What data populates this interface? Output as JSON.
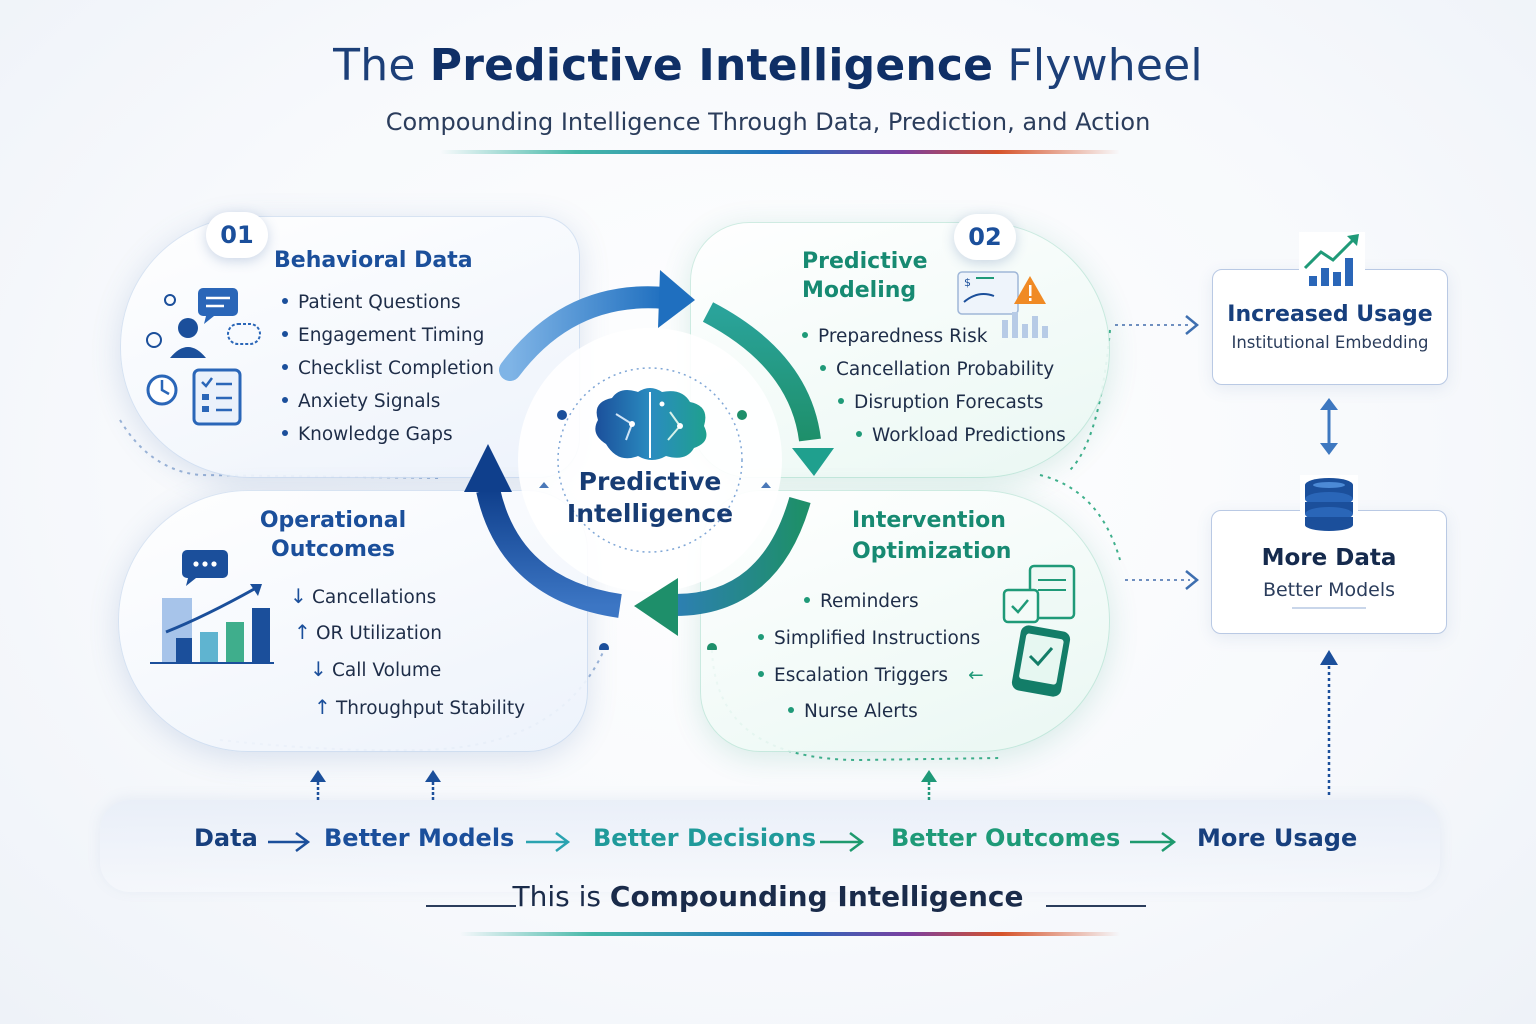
{
  "header": {
    "title_pre": "The",
    "title_bold": "Predictive Intelligence",
    "title_post": "Flywheel",
    "subtitle": "Compounding Intelligence Through Data, Prediction, and Action"
  },
  "center": {
    "label_line1": "Predictive",
    "label_line2": "Intelligence",
    "icon": "brain-icon"
  },
  "panels": {
    "behavioral": {
      "number": "01",
      "title": "Behavioral Data",
      "items": [
        "Patient Questions",
        "Engagement Timing",
        "Checklist Completion",
        "Anxiety Signals",
        "Knowledge Gaps"
      ],
      "icon": "patient-chat-checklist-icon"
    },
    "predictive": {
      "number": "02",
      "title_line1": "Predictive",
      "title_line2": "Modeling",
      "items": [
        "Preparedness Risk",
        "Cancellation Probability",
        "Disruption Forecasts",
        "Workload Predictions"
      ],
      "icon": "warning-chart-icon"
    },
    "operational": {
      "title_line1": "Operational",
      "title_line2": "Outcomes",
      "items": [
        {
          "dir": "↓",
          "label": "Cancellations"
        },
        {
          "dir": "↑",
          "label": "OR Utilization"
        },
        {
          "dir": "↓",
          "label": "Call Volume"
        },
        {
          "dir": "↑",
          "label": "Throughput Stability"
        }
      ],
      "icon": "bar-chart-trend-icon"
    },
    "intervention": {
      "title_line1": "Intervention",
      "title_line2": "Optimization",
      "items": [
        "Reminders",
        "Simplified Instructions",
        "Escalation Triggers",
        "Nurse Alerts"
      ],
      "icon": "mobile-checklist-icon"
    }
  },
  "right": {
    "usage": {
      "title": "Increased Usage",
      "subtitle": "Institutional Embedding",
      "icon": "growth-chart-icon"
    },
    "data": {
      "title": "More Data",
      "subtitle": "Better Models",
      "icon": "database-icon"
    }
  },
  "chain": [
    "Data",
    "Better Models",
    "Better Decisions",
    "Better Outcomes",
    "More Usage"
  ],
  "tagline": {
    "pre": "This is",
    "bold": "Compounding Intelligence"
  },
  "colors": {
    "navy": "#173f7d",
    "blue": "#1b4f9b",
    "teal": "#1f9a9a",
    "green": "#178a72"
  }
}
